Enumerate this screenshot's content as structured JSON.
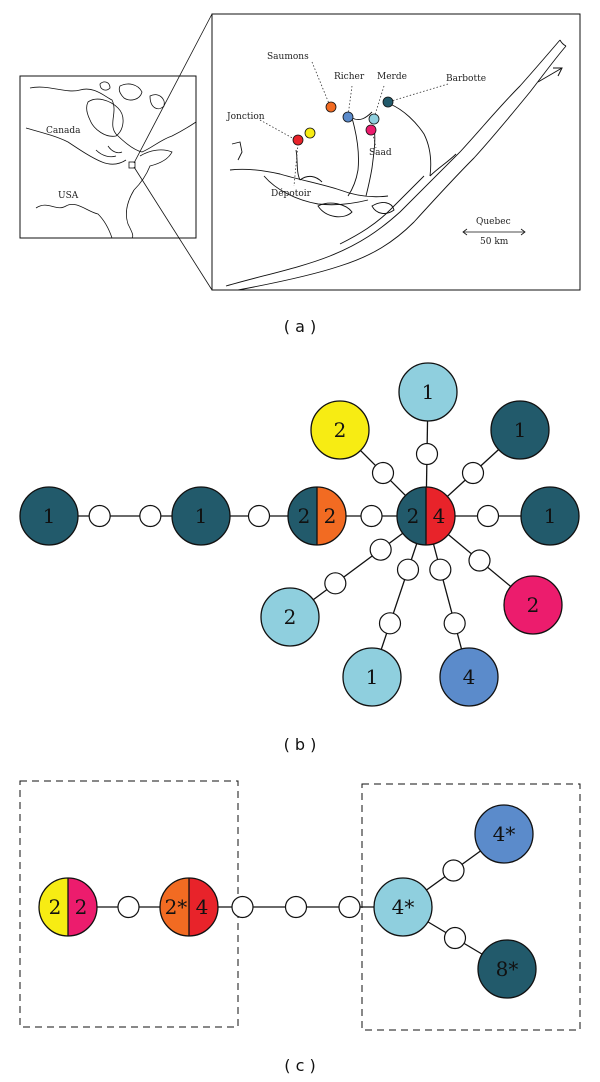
{
  "colors": {
    "dark_teal": "#225a6b",
    "orange": "#f26b22",
    "red": "#e8232a",
    "yellow": "#f7ec13",
    "light_blue": "#8fcfde",
    "pink": "#ec1c6d",
    "mid_blue": "#5b8bcb",
    "line": "#111111"
  },
  "panel_a": {
    "tag": "( a )",
    "overview_labels": {
      "canada": "Canada",
      "usa": "USA"
    },
    "site_labels": {
      "saumons": "Saumons",
      "richer": "Richer",
      "merde": "Merde",
      "barbotte": "Barbotte",
      "jonction": "Jonction",
      "saad": "Saad",
      "depotoir": "Dépotoir"
    },
    "city": "Quebec",
    "scale": "50 km"
  },
  "panel_b": {
    "tag": "( b )",
    "nodes": [
      {
        "id": "b-far-left",
        "count": "1",
        "color": "dark_teal"
      },
      {
        "id": "b-left",
        "count": "1",
        "color": "dark_teal"
      },
      {
        "id": "b-split-left",
        "counts": [
          "2",
          "2"
        ],
        "colors": [
          "dark_teal",
          "orange"
        ]
      },
      {
        "id": "b-hub",
        "counts": [
          "2",
          "4"
        ],
        "colors": [
          "dark_teal",
          "red"
        ]
      },
      {
        "id": "b-yellow",
        "count": "2",
        "color": "yellow"
      },
      {
        "id": "b-top",
        "count": "1",
        "color": "light_blue"
      },
      {
        "id": "b-top-right",
        "count": "1",
        "color": "dark_teal"
      },
      {
        "id": "b-right",
        "count": "1",
        "color": "dark_teal"
      },
      {
        "id": "b-pink",
        "count": "2",
        "color": "pink"
      },
      {
        "id": "b-blue",
        "count": "4",
        "color": "mid_blue"
      },
      {
        "id": "b-bottom",
        "count": "1",
        "color": "light_blue"
      },
      {
        "id": "b-lower-left",
        "count": "2",
        "color": "light_blue"
      }
    ]
  },
  "panel_c": {
    "tag": "( c )",
    "nodes": [
      {
        "id": "c-yellow-pink",
        "counts": [
          "2",
          "2"
        ],
        "colors": [
          "yellow",
          "pink"
        ]
      },
      {
        "id": "c-orange-red",
        "counts": [
          "2*",
          "4"
        ],
        "colors": [
          "orange",
          "red"
        ]
      },
      {
        "id": "c-hub",
        "count": "4*",
        "color": "light_blue"
      },
      {
        "id": "c-blue",
        "count": "4*",
        "color": "mid_blue"
      },
      {
        "id": "c-dark",
        "count": "8*",
        "color": "dark_teal"
      }
    ]
  }
}
